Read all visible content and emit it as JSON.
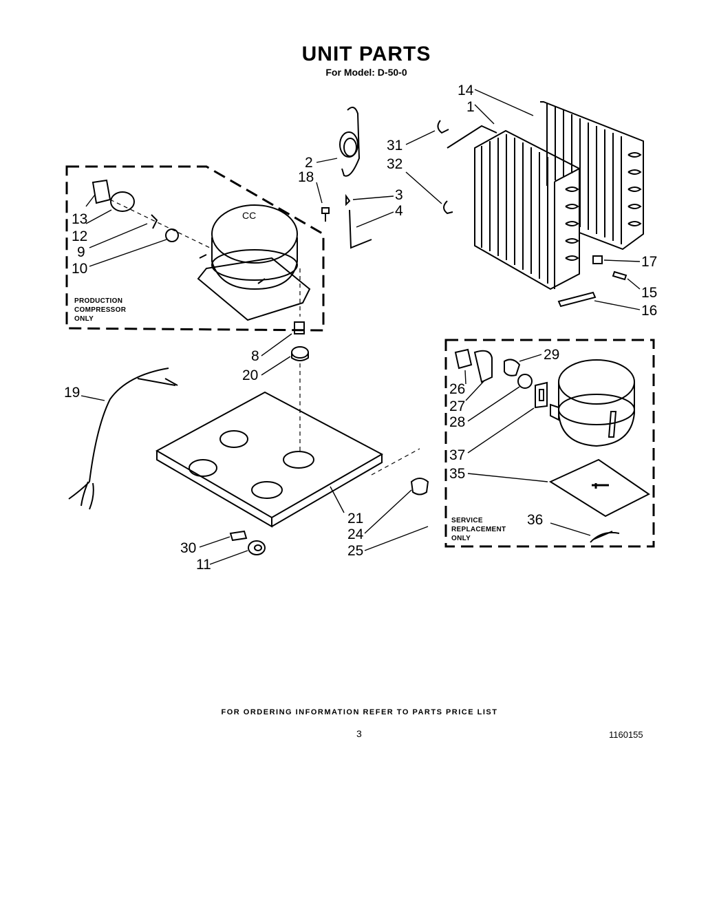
{
  "header": {
    "title": "UNIT PARTS",
    "subtitle": "For Model: D-50-0"
  },
  "notes": {
    "production": [
      "PRODUCTION",
      "COMPRESSOR",
      "ONLY"
    ],
    "service": [
      "SERVICE",
      "REPLACEMENT",
      "ONLY"
    ]
  },
  "callouts": {
    "c14": "14",
    "c1": "1",
    "c31": "31",
    "c32": "32",
    "c2": "2",
    "c18": "18",
    "c3": "3",
    "c4": "4",
    "c13": "13",
    "c12": "12",
    "c9": "9",
    "c10": "10",
    "c17": "17",
    "c15": "15",
    "c16": "16",
    "c8": "8",
    "c20": "20",
    "c19": "19",
    "c29": "29",
    "c26": "26",
    "c27": "27",
    "c28": "28",
    "c37": "37",
    "c35": "35",
    "c36": "36",
    "c21": "21",
    "c24": "24",
    "c25": "25",
    "c30": "30",
    "c11": "11"
  },
  "footer": {
    "ordering_text": "FOR ORDERING INFORMATION REFER TO PARTS PRICE LIST",
    "page_number": "3",
    "document_number": "1160155"
  }
}
